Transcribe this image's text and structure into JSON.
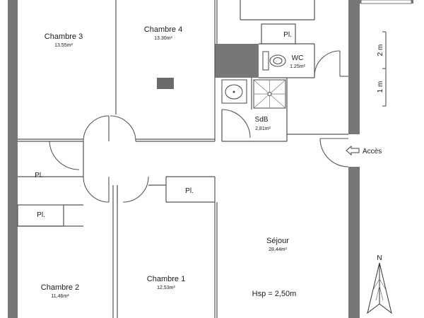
{
  "rooms": {
    "chambre3": {
      "name": "Chambre 3",
      "area": "13.55m²"
    },
    "chambre4": {
      "name": "Chambre 4",
      "area": "13.30m²"
    },
    "wc": {
      "name": "WC",
      "area": "1.25m²"
    },
    "sdb": {
      "name": "SdB",
      "area": "2,81m²"
    },
    "sejour": {
      "name": "Séjour",
      "area": "28,44m²"
    },
    "chambre1": {
      "name": "Chambre 1",
      "area": "12,53m²"
    },
    "chambre2": {
      "name": "Chambre 2",
      "area": "11,46m²"
    }
  },
  "placards": [
    "Pl.",
    "Pl.",
    "Pl.",
    "Pl."
  ],
  "entrance_label": "Accès",
  "ceiling_height": "Hsp = 2,50m",
  "scale": {
    "label_2m": "2 m",
    "label_1m": "1 m"
  },
  "north_label": "N",
  "colors": {
    "wall": "#777777",
    "background": "#ffffff"
  }
}
